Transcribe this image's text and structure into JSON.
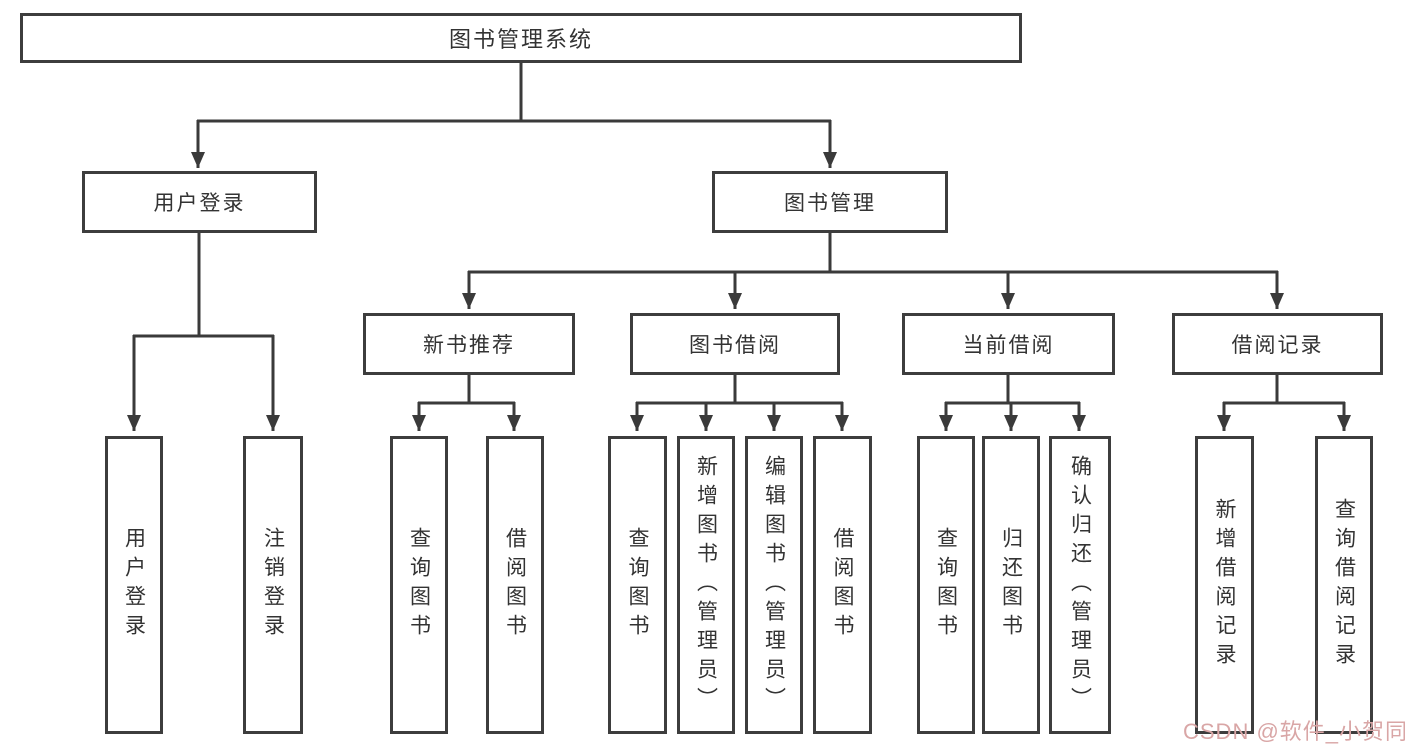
{
  "diagram_title": "图书管理系统",
  "tree": {
    "root": {
      "label": "图书管理系统"
    },
    "user_login": {
      "label": "用户登录",
      "children": [
        {
          "label": "用户登录"
        },
        {
          "label": "注销登录"
        }
      ]
    },
    "book_mgmt": {
      "label": "图书管理",
      "groups": [
        {
          "label": "新书推荐",
          "children": [
            {
              "label": "查询图书"
            },
            {
              "label": "借阅图书"
            }
          ]
        },
        {
          "label": "图书借阅",
          "children": [
            {
              "label": "查询图书"
            },
            {
              "label": "新增图书（管理员）"
            },
            {
              "label": "编辑图书（管理员）"
            },
            {
              "label": "借阅图书"
            }
          ]
        },
        {
          "label": "当前借阅",
          "children": [
            {
              "label": "查询图书"
            },
            {
              "label": "归还图书"
            },
            {
              "label": "确认归还（管理员）"
            }
          ]
        },
        {
          "label": "借阅记录",
          "children": [
            {
              "label": "新增借阅记录"
            },
            {
              "label": "查询借阅记录"
            }
          ]
        }
      ]
    }
  },
  "watermark": {
    "text": "CSDN @软件_小贺同学",
    "color": "#d9a6a6"
  },
  "colors": {
    "line": "#3a3a3a",
    "border": "#3d3d3d",
    "text": "#333333",
    "background": "#ffffff"
  }
}
